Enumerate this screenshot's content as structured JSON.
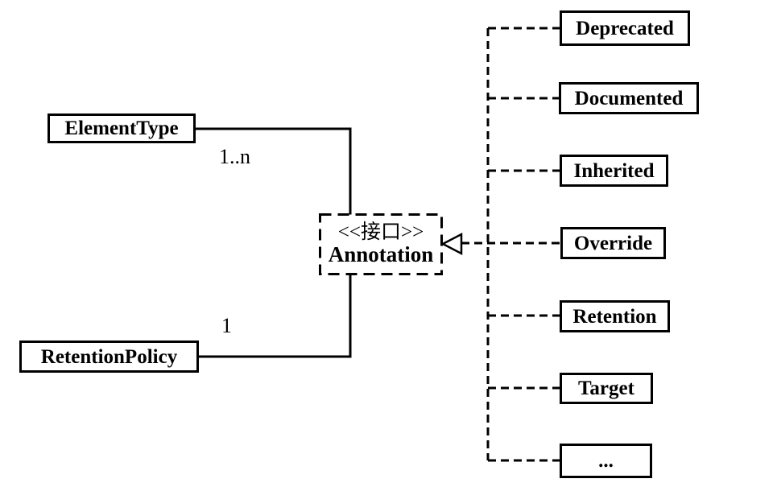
{
  "diagram": {
    "center": {
      "stereotype": "<<接口>>",
      "name": "Annotation"
    },
    "left_nodes": [
      {
        "name": "ElementType",
        "multiplicity": "1..n"
      },
      {
        "name": "RetentionPolicy",
        "multiplicity": "1"
      }
    ],
    "implementations": [
      "Deprecated",
      "Documented",
      "Inherited",
      "Override",
      "Retention",
      "Target",
      "..."
    ],
    "colors": {
      "line": "#000000",
      "box_fill": "#ffffff",
      "background": "#ffffff",
      "text": "#000000"
    }
  }
}
